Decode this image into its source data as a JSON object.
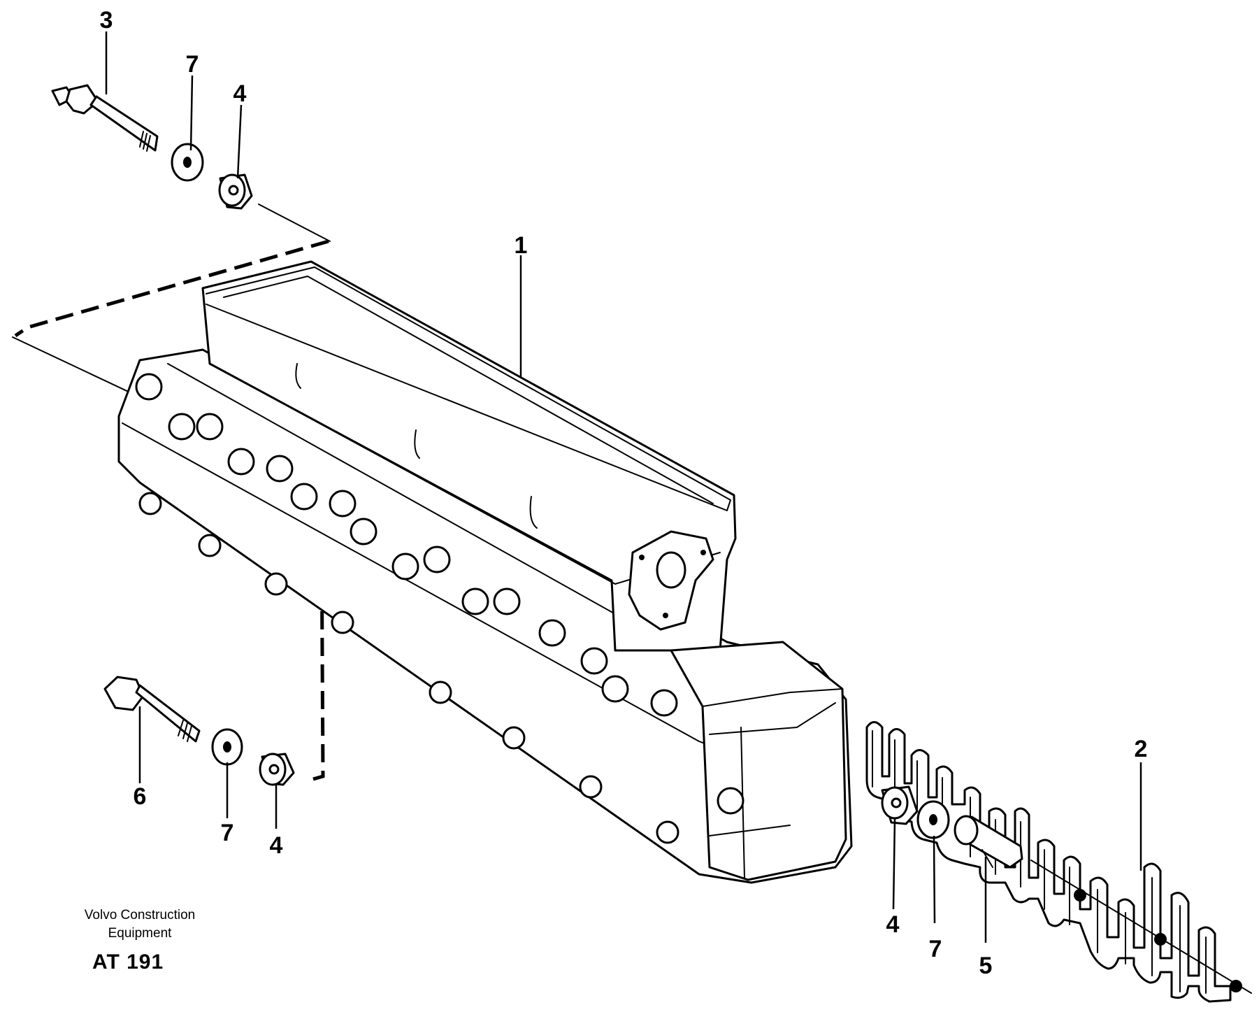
{
  "diagram": {
    "callouts": {
      "manifold": "1",
      "heat_shield": "2",
      "bolt_top": "3",
      "spacer_top": "4",
      "spacer_bottom": "4",
      "spacer_right": "4",
      "sleeve": "5",
      "bolt_bottom": "6",
      "washer_top": "7",
      "washer_bottom": "7",
      "washer_right": "7"
    },
    "publisher": {
      "line1": "Volvo Construction",
      "line2": "Equipment"
    },
    "plate_id": "AT 191"
  }
}
